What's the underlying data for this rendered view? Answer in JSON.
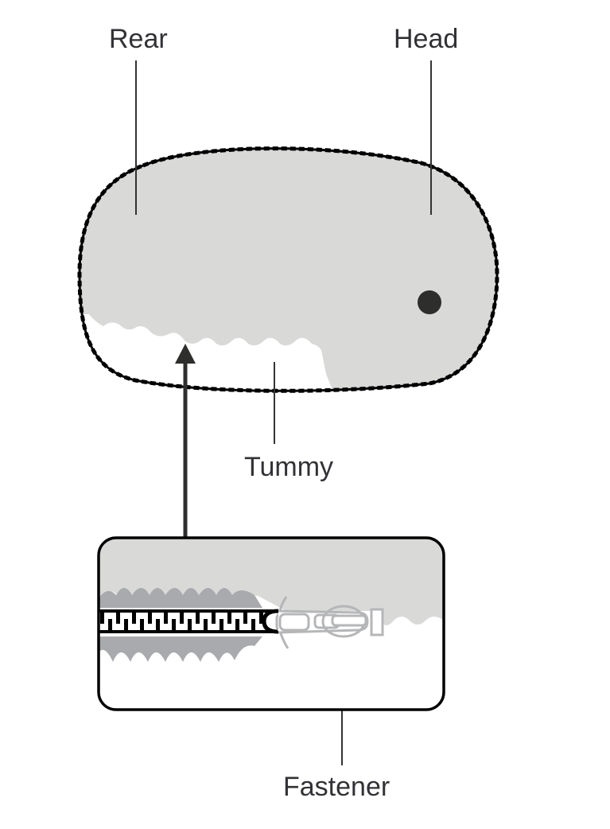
{
  "diagram": {
    "labels": {
      "rear": "Rear",
      "head": "Head",
      "tummy": "Tummy",
      "fastener": "Fastener"
    },
    "colors": {
      "body_fill": "#d9d9d8",
      "outline": "#000000",
      "leader_line": "#333333",
      "eye": "#2e2f2d",
      "arrow": "#2e2f2d",
      "zipper_tape": "#a9aaad",
      "slider": "#b5b6b8",
      "text": "#333135"
    },
    "icons": {
      "body": "fuzzy-body-outline",
      "eye": "dot-eye",
      "arrow": "up-arrow",
      "zipper": "zipper-closeup"
    }
  }
}
